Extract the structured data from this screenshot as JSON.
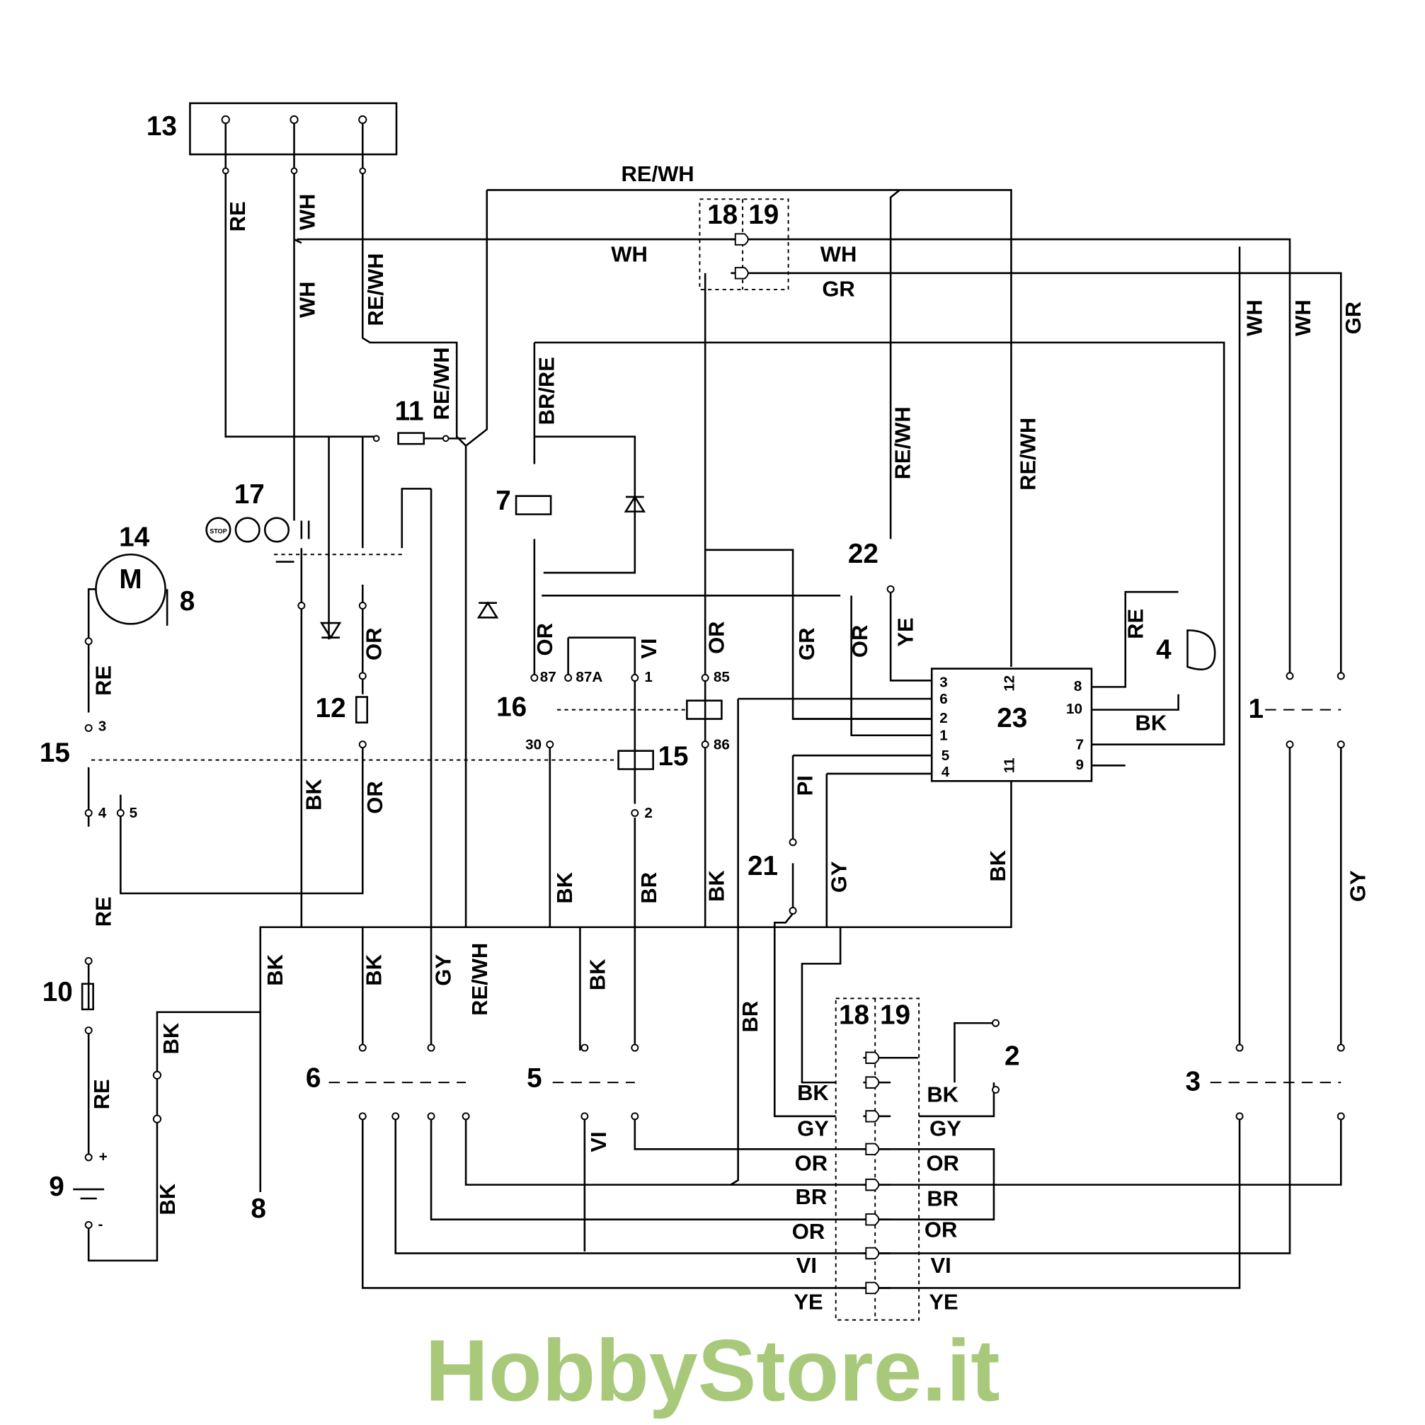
{
  "title": "Wiring diagram",
  "watermark": "HobbyStore.it",
  "wire_labels": [
    "RE",
    "WH",
    "WH",
    "RE/WH",
    "RE/WH",
    "BR/RE",
    "RE/WH",
    "RE/WH",
    "WH",
    "WH",
    "GR",
    "RE",
    "OR",
    "OR",
    "VI",
    "OR",
    "GR",
    "OR",
    "YE",
    "RE",
    "BK",
    "OR",
    "PI",
    "GY",
    "BK",
    "BR",
    "BK",
    "BK",
    "GY",
    "RE",
    "BK",
    "BK",
    "GY",
    "RE/WH",
    "BK",
    "BR",
    "BK",
    "RE",
    "VI",
    "BK"
  ],
  "wire_labels_h": [
    "RE/WH",
    "WH",
    "WH",
    "GR",
    "BK"
  ],
  "connector_left": [
    "BK",
    "GY",
    "OR",
    "BR",
    "OR",
    "VI",
    "YE"
  ],
  "connector_right": [
    "BK",
    "GY",
    "OR",
    "BR",
    "OR",
    "VI",
    "YE"
  ],
  "components": [
    "13",
    "18",
    "19",
    "11",
    "17",
    "14",
    "7",
    "8",
    "22",
    "4",
    "23",
    "1",
    "12",
    "16",
    "15",
    "15",
    "10",
    "21",
    "18",
    "19",
    "2",
    "6",
    "5",
    "3",
    "9",
    "8"
  ],
  "pins": [
    "87",
    "87A",
    "1",
    "85",
    "30",
    "86",
    "2",
    "3",
    "4",
    "5",
    "3",
    "6",
    "2",
    "1",
    "5",
    "4",
    "12",
    "11",
    "8",
    "10",
    "7",
    "9",
    "+",
    "-",
    "M",
    "STOP"
  ]
}
